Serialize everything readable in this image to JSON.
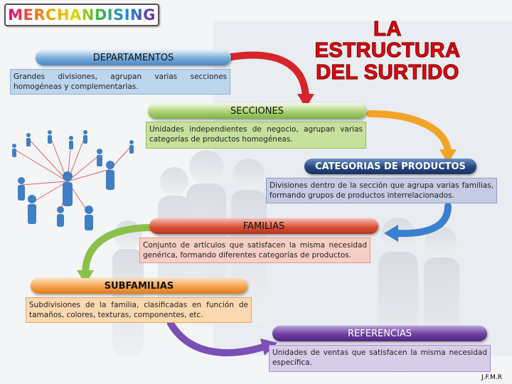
{
  "logo": "MERCHANDISING",
  "title_line1": "LA ESTRUCTURA",
  "title_line2": "DEL SURTIDO",
  "levels": [
    {
      "label": "DEPARTAMENTOS",
      "description": "Grandes divisiones, agrupan varias secciones homogéneas y complementarias."
    },
    {
      "label": "SECCIONES",
      "description": "Unidades independientes de negocio, agrupan varias categorías de productos homogéneas."
    },
    {
      "label": "CATEGORIAS DE PRODUCTOS",
      "description": "Divisiones dentro de la sección que agrupa varias familias, formando grupos de productos interrelacionados."
    },
    {
      "label": "FAMILIAS",
      "description": "Conjunto de artículos que satisfacen la misma necesidad genérica, formando diferentes categorías de productos."
    },
    {
      "label": "SUBFAMILIAS",
      "description": "Subdivisiones de la familia, clasificadas en función de tamaños, colores, texturas, componentes, etc."
    },
    {
      "label": "REFERENCIAS",
      "description": "Unidades de ventas que satisfacen la misma necesidad específica."
    }
  ],
  "signature": "J.F.M.R",
  "colors": {
    "departamentos": "#4d87c0",
    "secciones": "#7fb246",
    "categorias": "#1a3263",
    "familias": "#b8321d",
    "subfamilias": "#e07c1a",
    "referencias": "#4f2682",
    "title": "#e30613"
  }
}
